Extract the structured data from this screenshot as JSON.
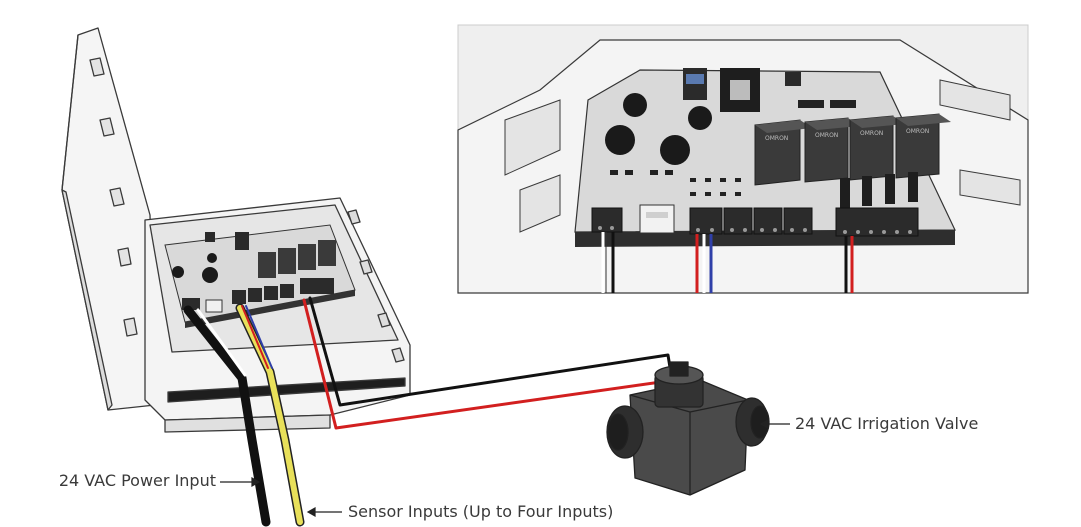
{
  "callouts": {
    "power_input": "24 VAC Power Input",
    "sensor_inputs": "Sensor Inputs (Up to Four Inputs)",
    "irrigation_valve": "24 VAC Irrigation Valve"
  },
  "relay_label": "OMRON",
  "colors": {
    "enclosure": "#f2f2f2",
    "enclosure_outline": "#3a3a3a",
    "pcb": "#d9d9d9",
    "terminal_block": "#2b2b2b",
    "relay": "#3a3a3a",
    "wire_black": "#111111",
    "wire_red": "#d21f1f",
    "wire_yellow": "#e8e05a",
    "wire_blue": "#2f3fa8",
    "wire_white": "#ffffff",
    "inset_background": "#efefef"
  },
  "icons": [
    "enclosure",
    "circuit-board",
    "relay",
    "terminal-block",
    "irrigation-valve"
  ]
}
